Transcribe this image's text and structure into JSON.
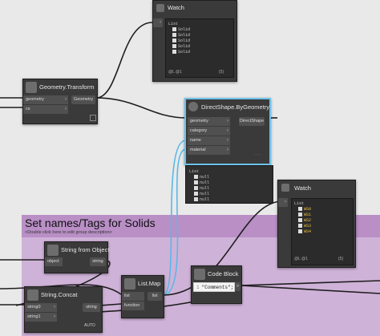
{
  "group": {
    "title": "Set names/Tags for Solids",
    "hint": "<Double click here to edit group description>"
  },
  "watch_top": {
    "title": "Watch",
    "list_label": "List",
    "items": [
      "Solid",
      "Solid",
      "Solid",
      "Solid",
      "Solid"
    ],
    "footer_left": "@L @1",
    "footer_right": "{5}"
  },
  "geometry_transform": {
    "title": "Geometry.Transform",
    "inputs": [
      "geometry",
      "cs"
    ],
    "output": "Geometry"
  },
  "brepshape": {
    "title": "DirectShape.ByGeometry",
    "inputs": [
      "geometry",
      "category",
      "name",
      "material"
    ],
    "output": "DirectShape",
    "list_label": "List",
    "items": [
      "null",
      "null",
      "null",
      "null",
      "null"
    ]
  },
  "watch_right": {
    "title": "Watch",
    "list_label": "List",
    "items": [
      "WS0",
      "WS1",
      "WS2",
      "WS3",
      "WS4"
    ],
    "footer_left": "@L @1",
    "footer_right": "{5}"
  },
  "string_from_object": {
    "title": "String from Object",
    "input": "object",
    "output": "string"
  },
  "string_concat": {
    "title": "String.Concat",
    "inputs": [
      "string0",
      "string1"
    ],
    "output": "string",
    "lacing": "AUTO"
  },
  "list_map": {
    "title": "List.Map",
    "inputs": [
      "list",
      "function"
    ],
    "output": "list"
  },
  "code_block": {
    "title": "Code Block",
    "code": "\"Comments\";",
    "prefix": "1",
    "output": ">"
  }
}
